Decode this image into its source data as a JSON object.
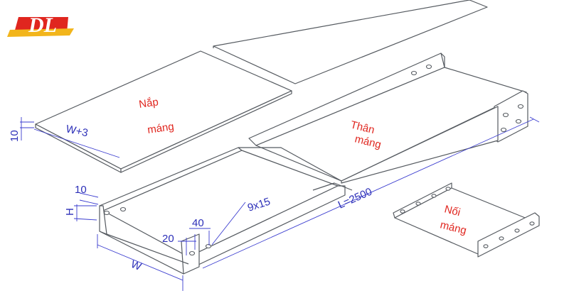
{
  "logo": {
    "text": "DL",
    "red": "#e0261f",
    "gold": "#f2b51b"
  },
  "colors": {
    "line": "#555a60",
    "dimension": "#2c2fb8",
    "label": "#e0261f"
  },
  "labels": {
    "nap_mang_1": "Nắp",
    "nap_mang_2": "máng",
    "than_mang_1": "Thân",
    "than_mang_2": "máng",
    "noi_mang_1": "Nối",
    "noi_mang_2": "máng"
  },
  "dimensions": {
    "cover_height": "10",
    "cover_width": "W+3",
    "flange": "10",
    "height": "H",
    "slot": "9x15",
    "pitch": "40",
    "edge_offset": "20",
    "width": "W",
    "length": "L=2500"
  }
}
